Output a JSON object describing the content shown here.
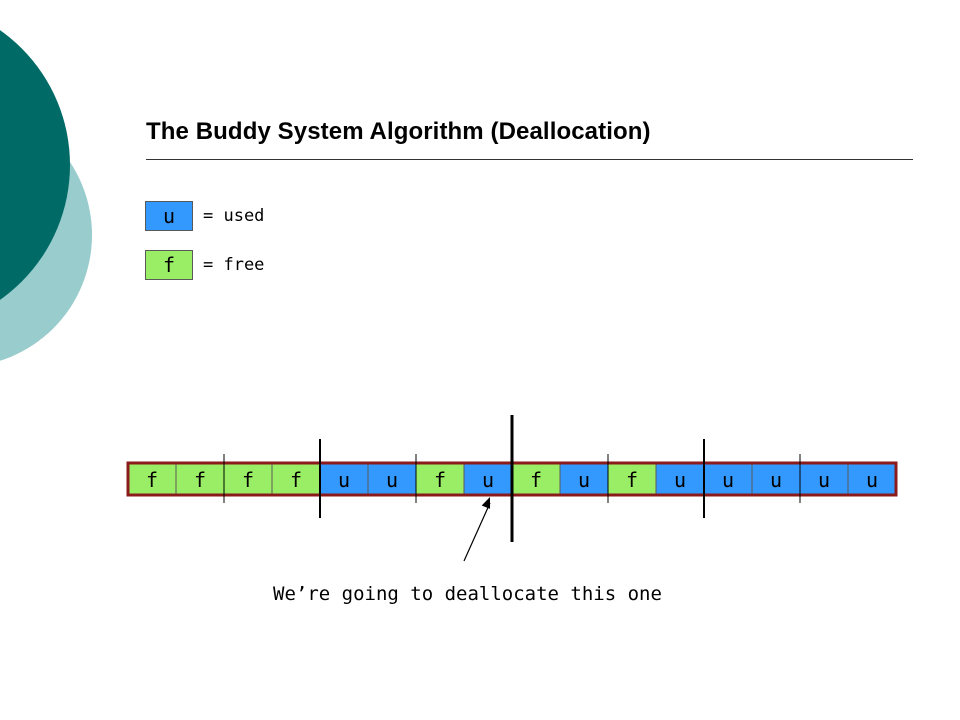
{
  "title": "The Buddy System Algorithm (Deallocation)",
  "legend": [
    {
      "symbol": "u",
      "meaning": "= used",
      "color": "#3399ff"
    },
    {
      "symbol": "f",
      "meaning": "= free",
      "color": "#99ee66"
    }
  ],
  "blocks": [
    "f",
    "f",
    "f",
    "f",
    "u",
    "u",
    "f",
    "u",
    "f",
    "u",
    "f",
    "u",
    "u",
    "u",
    "u",
    "u"
  ],
  "colors": {
    "used": "#3399ff",
    "free": "#99ee66",
    "border": "#8b1a1a",
    "teal_dark": "#006b66",
    "teal_light": "#99cccc"
  },
  "target_block_index": 7,
  "annotation": "We’re going to deallocate this one"
}
